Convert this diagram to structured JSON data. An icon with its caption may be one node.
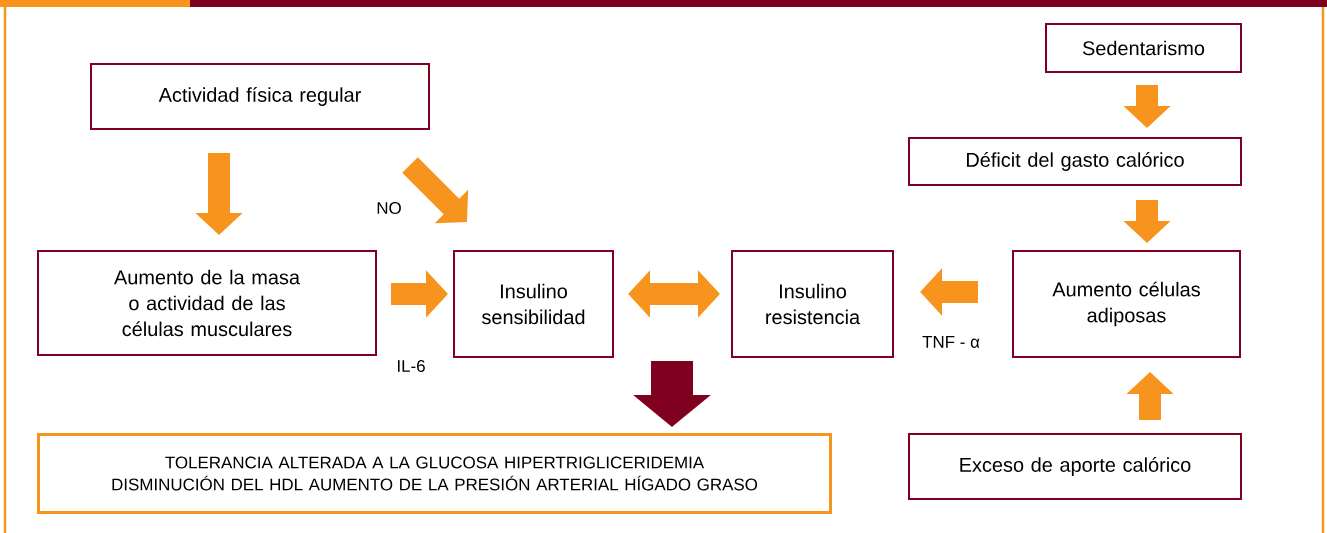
{
  "diagram": {
    "nodes": [
      {
        "text": [
          "Actividad física regular"
        ]
      },
      {
        "text": [
          "Sedentarismo"
        ]
      },
      {
        "text": [
          "Déficit del gasto calórico"
        ]
      },
      {
        "text": [
          "Aumento de la masa o actividad de las células musculares"
        ]
      },
      {
        "text": [
          "Insulino sensibilidad"
        ]
      },
      {
        "text": [
          "Insulino resistencia"
        ]
      },
      {
        "text": [
          "Aumento células adiposas"
        ]
      },
      {
        "text": [
          "TOLERANCIA ALTERADA A LA GLUCOSA HIPERTRIGLICERIDEMIA DISMINUCIÓN DEL HDL AUMENTO DE LA PRESIÓN ARTERIAL HÍGADO GRASO"
        ]
      },
      {
        "text": [
          "Exceso de aporte calórico"
        ]
      }
    ],
    "edges": [
      {
        "from": 0,
        "to": 3,
        "arrow": "to"
      },
      {
        "from": 0,
        "to": 4,
        "arrow": "to",
        "label": "NO"
      },
      {
        "from": 3,
        "to": 4,
        "arrow": "to",
        "label": "IL-6"
      },
      {
        "from": 4,
        "to": 5,
        "arrow": "both"
      },
      {
        "from": 6,
        "to": 5,
        "arrow": "to",
        "label": "TNF - α"
      },
      {
        "from": 1,
        "to": 2,
        "arrow": "to"
      },
      {
        "from": 2,
        "to": 6,
        "arrow": "to"
      },
      {
        "from": 8,
        "to": 6,
        "arrow": "to"
      },
      {
        "from": null,
        "to": 7,
        "arrow": "to",
        "color": "#800020",
        "style": "thick"
      }
    ]
  }
}
